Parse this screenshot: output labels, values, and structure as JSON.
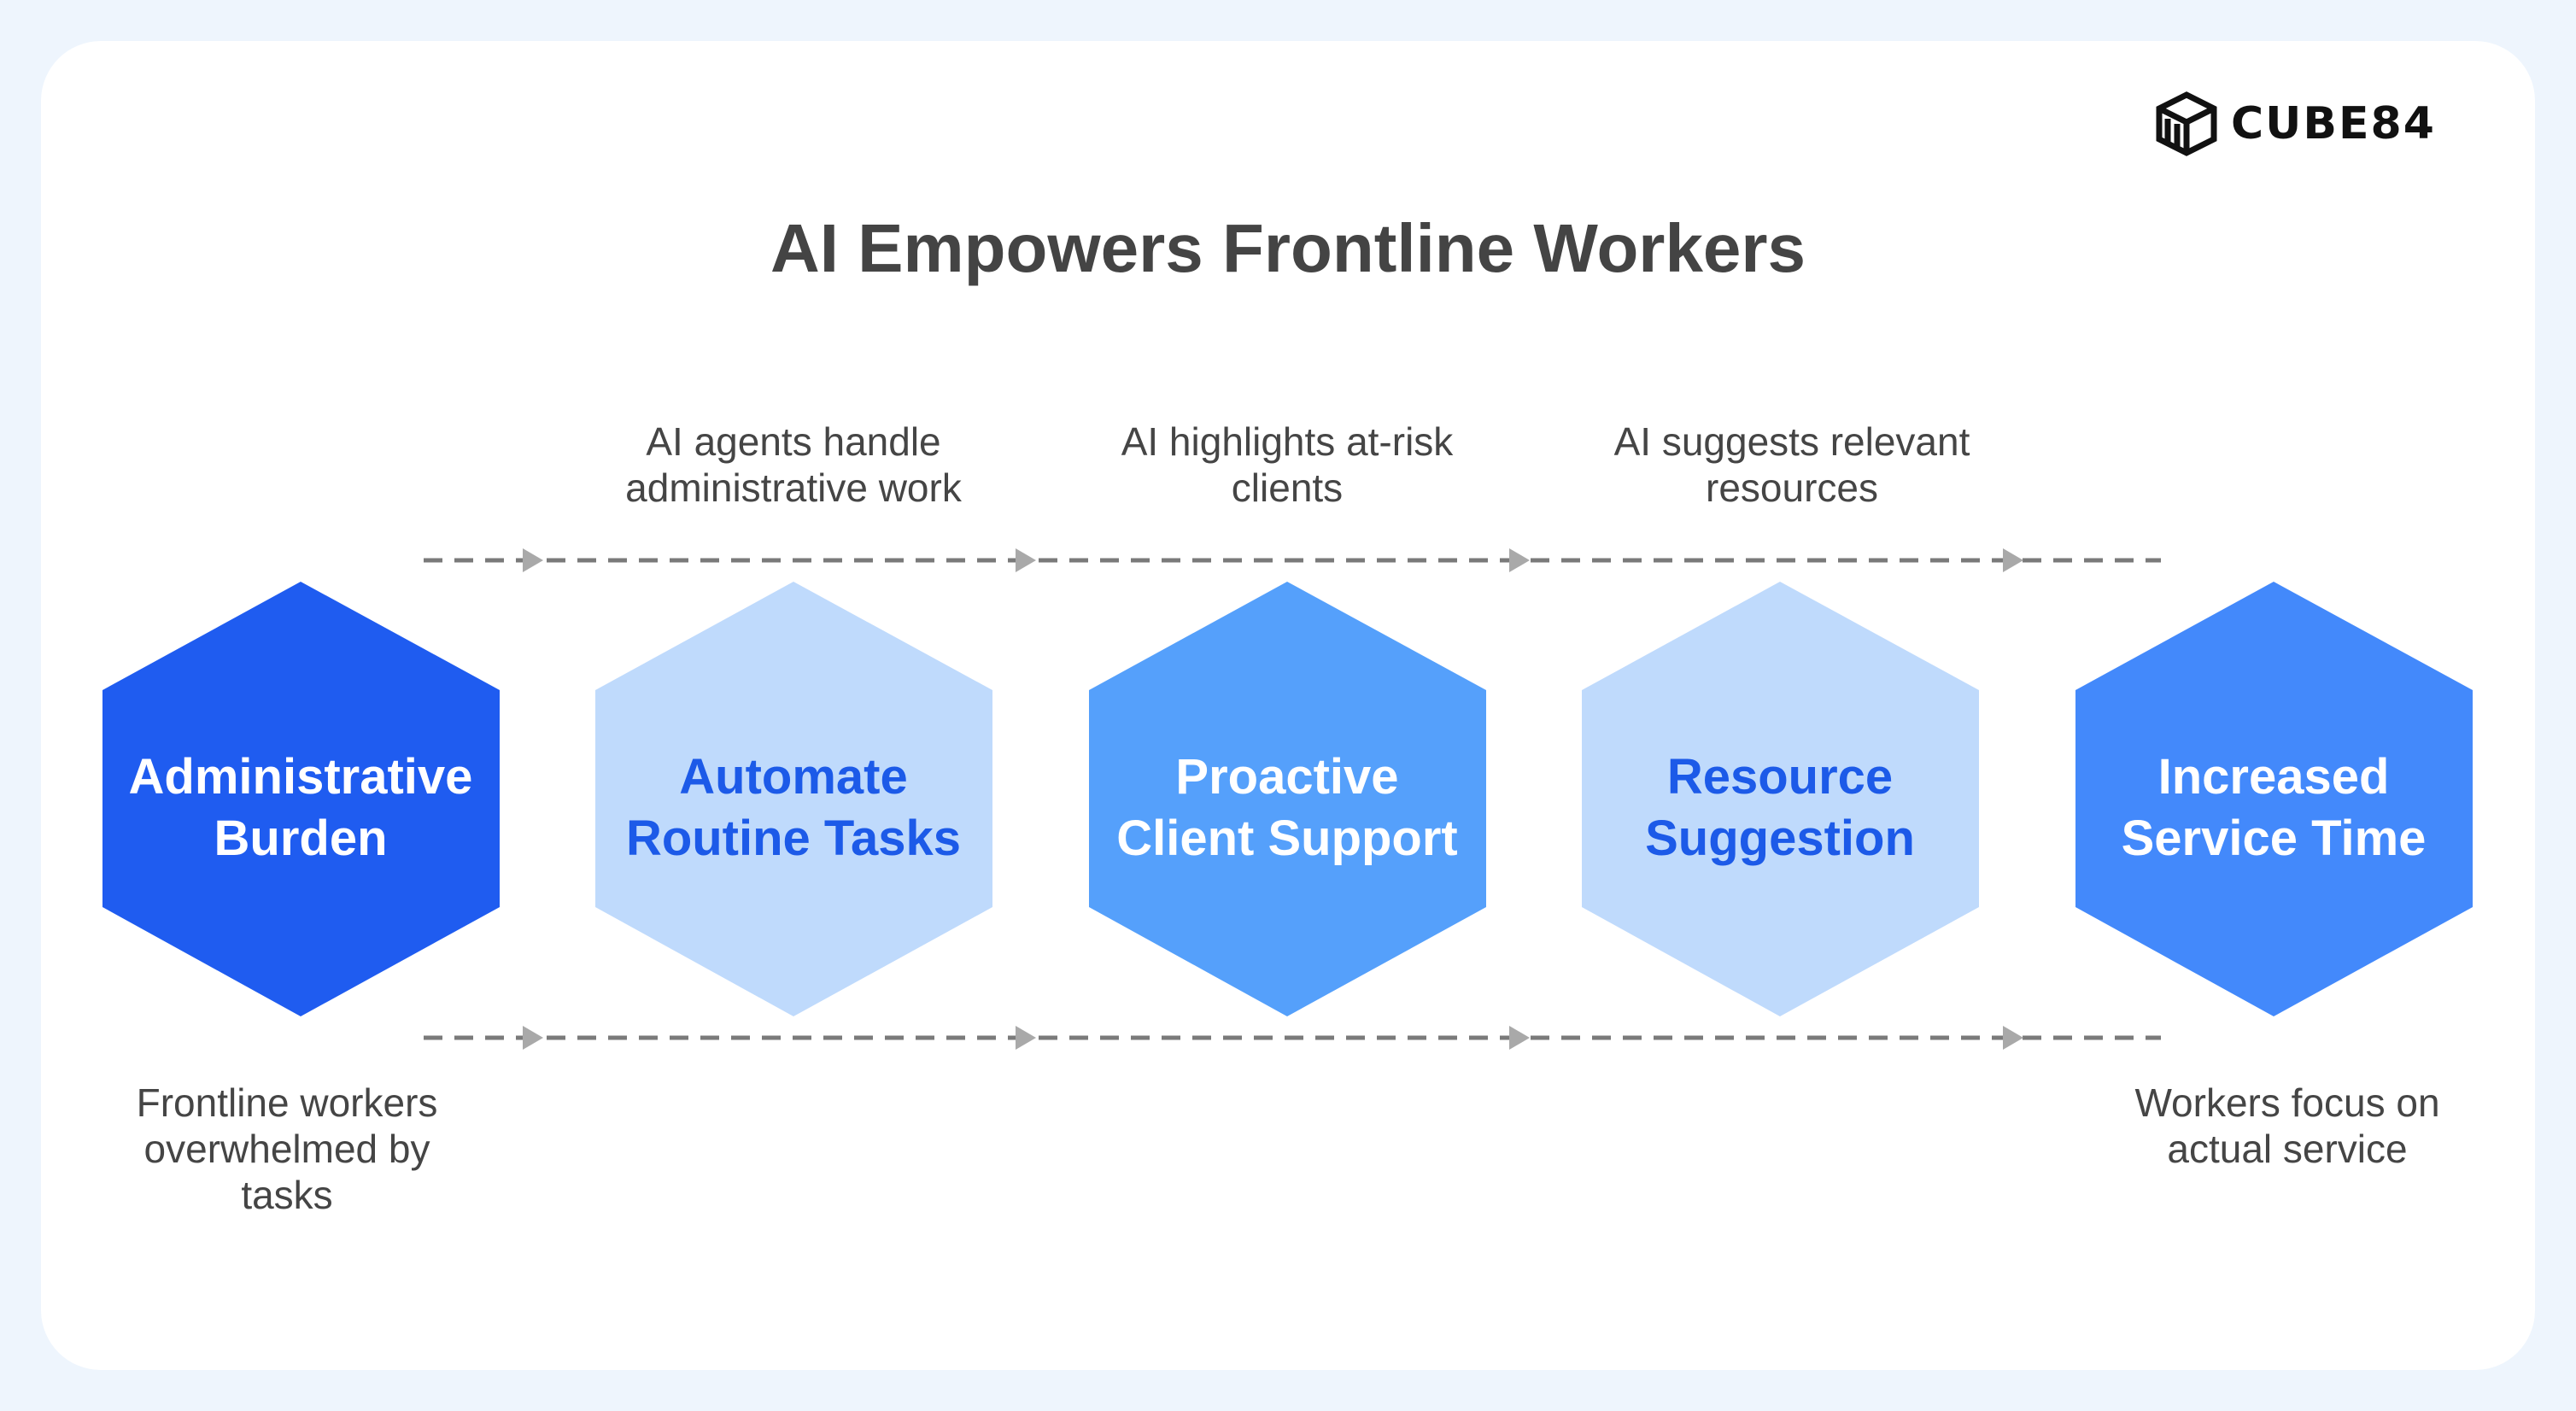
{
  "title": "AI Empowers Frontline Workers",
  "logo": {
    "text": "CUBE84",
    "icon": "cube-logo-icon"
  },
  "colors": {
    "dark_blue": "#1f5cf0",
    "light_blue": "#bfdafc",
    "mid_blue": "#55a0fb",
    "bright_blue": "#4389fb",
    "label_dark": "#1c5ae8",
    "arrow_gray": "#a9a9a9"
  },
  "steps": [
    {
      "label_line1": "Administrative",
      "label_line2": "Burden"
    },
    {
      "label_line1": "Automate",
      "label_line2": "Routine Tasks",
      "annotation_line1": "AI agents handle",
      "annotation_line2": "administrative work"
    },
    {
      "label_line1": "Proactive",
      "label_line2": "Client Support",
      "annotation_line1": "AI highlights at-risk",
      "annotation_line2": "clients"
    },
    {
      "label_line1": "Resource",
      "label_line2": "Suggestion",
      "annotation_line1": "AI suggests relevant",
      "annotation_line2": "resources"
    },
    {
      "label_line1": "Increased",
      "label_line2": "Service Time"
    }
  ],
  "start_note": {
    "line1": "Frontline workers",
    "line2": "overwhelmed by",
    "line3": "tasks"
  },
  "end_note": {
    "line1": "Workers focus on",
    "line2": "actual service"
  }
}
